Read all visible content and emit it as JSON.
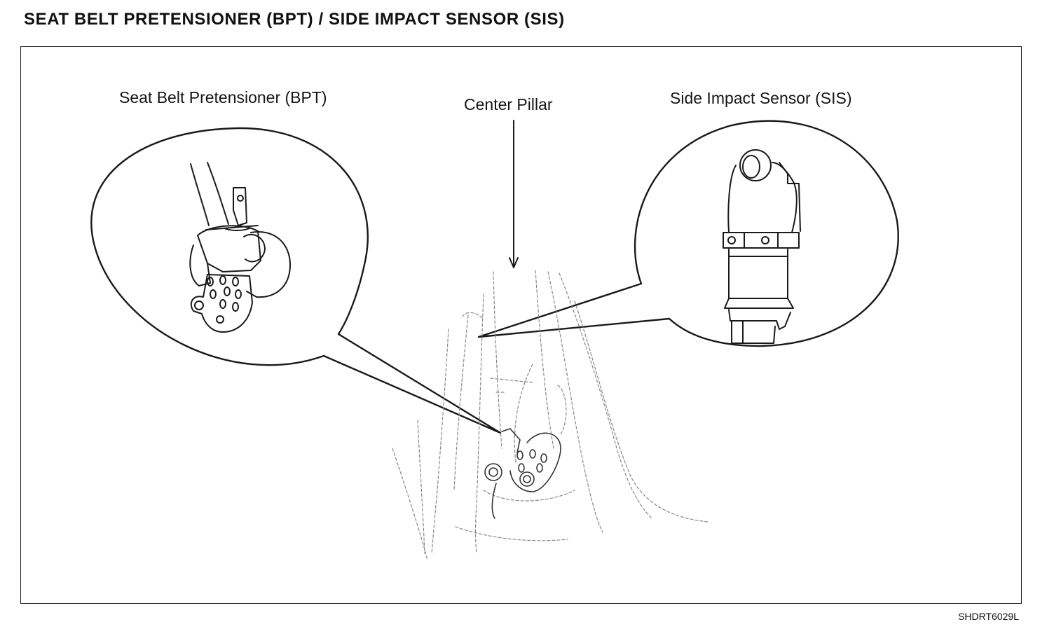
{
  "document": {
    "title": "SEAT BELT PRETENSIONER (BPT) / SIDE IMPACT SENSOR (SIS)",
    "figure_code": "SHDRT6029L"
  },
  "labels": {
    "bpt": "Seat Belt Pretensioner (BPT)",
    "center_pillar": "Center Pillar",
    "sis": "Side Impact Sensor (SIS)"
  },
  "colors": {
    "line": "#1a1a1a",
    "faint_line": "#888888",
    "background": "#ffffff"
  }
}
